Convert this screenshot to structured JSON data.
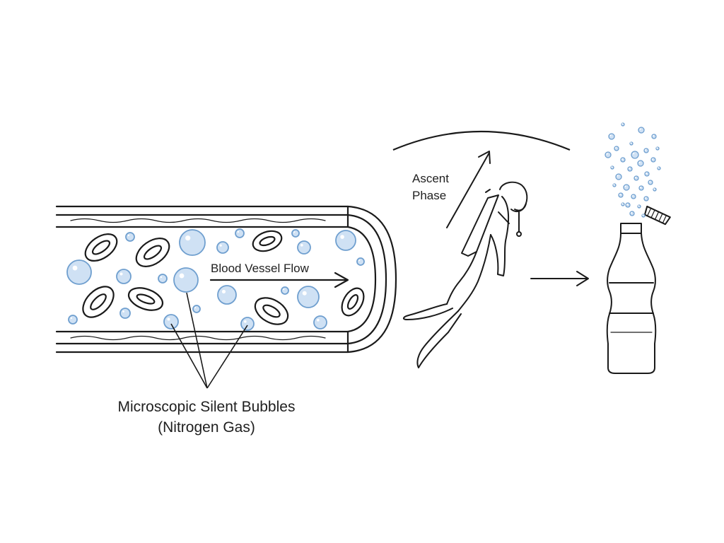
{
  "labels": {
    "vessel_flow": "Blood Vessel Flow",
    "ascent_line1": "Ascent",
    "ascent_line2": "Phase",
    "bubbles_line1": "Microscopic Silent Bubbles",
    "bubbles_line2": "(Nitrogen Gas)"
  },
  "colors": {
    "line": "#1a1a1a",
    "bubble_fill": "#cfe1f4",
    "bubble_stroke": "#6f9fcf",
    "background": "#ffffff"
  },
  "icons": [
    "blood-vessel",
    "red-blood-cell",
    "nitrogen-bubble",
    "scuba-diver-icon",
    "soda-bottle-icon",
    "bottle-cap-icon"
  ]
}
